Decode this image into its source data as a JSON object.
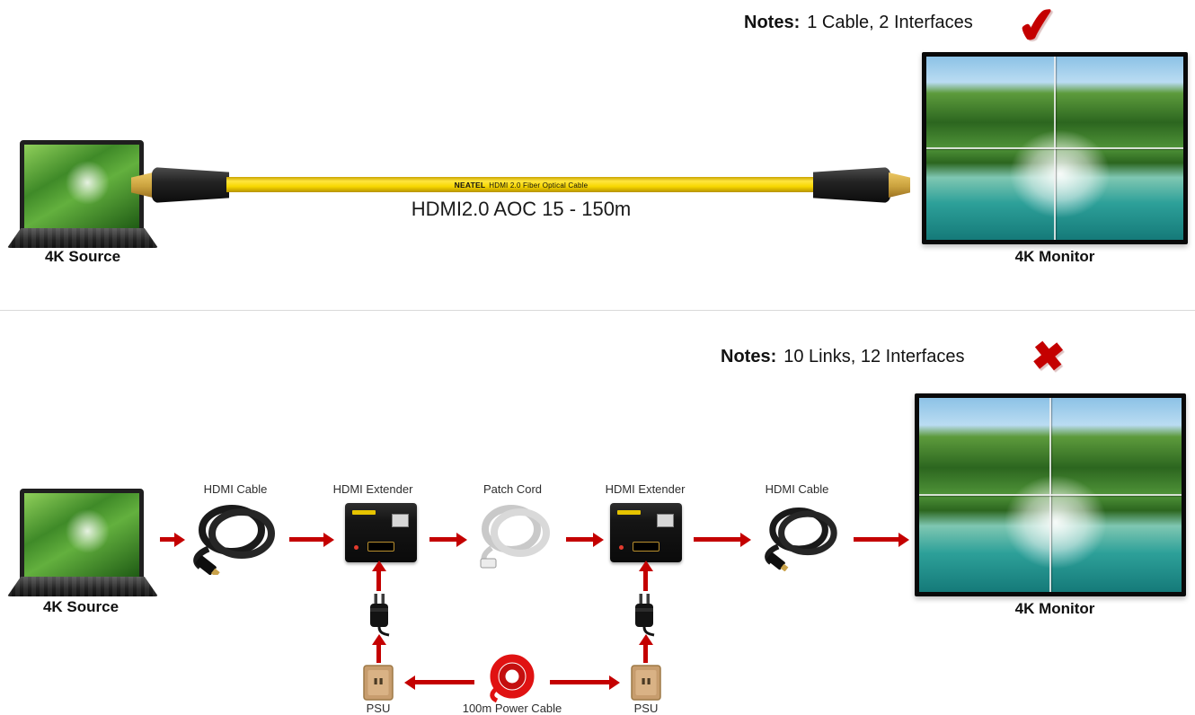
{
  "top": {
    "notes_label": "Notes:",
    "notes_text": "1 Cable, 2 Interfaces",
    "source_label": "4K Source",
    "monitor_label": "4K Monitor",
    "cable_brand": "NEATEL",
    "cable_print": "HDMI 2.0  Fiber Optical Cable",
    "cable_caption": "HDMI2.0 AOC 15 - 150m"
  },
  "bottom": {
    "notes_label": "Notes:",
    "notes_text": "10 Links, 12 Interfaces",
    "source_label": "4K Source",
    "monitor_label": "4K Monitor",
    "chain_labels": [
      "HDMI Cable",
      "HDMI Extender",
      "Patch Cord",
      "HDMI Extender",
      "HDMI Cable"
    ],
    "psu_left_label": "PSU",
    "psu_right_label": "PSU",
    "power_cable_label": "100m Power Cable"
  },
  "icons": {
    "check": "✔",
    "cross": "✖"
  },
  "colors": {
    "arrow_red": "#c40000",
    "fiber_cable_yellow": "#f8d800",
    "result_red": "#c40000",
    "psu_tan": "#c79d6e"
  }
}
